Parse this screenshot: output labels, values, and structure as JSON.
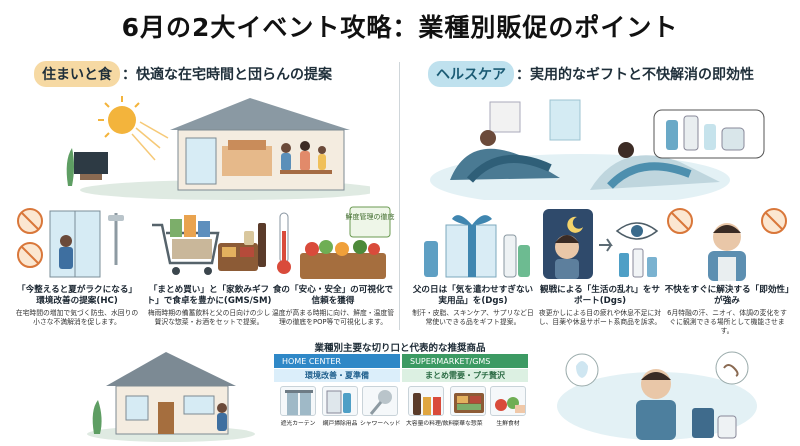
{
  "title": "6月の2大イベント攻略：業種別販促のポイント",
  "left_header": {
    "tag": "住まいと食",
    "text": "：快適な在宅時間と団らんの提案"
  },
  "right_header": {
    "tag": "ヘルスケア",
    "text": "：実用的なギフトと不快解消の即効性"
  },
  "cards": [
    {
      "head": "「今整えると夏がラクになる」環境改善の提案(HC)",
      "desc": "在宅時間の増加で気づく防虫、水回りの小さな不満解消を促します。"
    },
    {
      "head": "「まとめ買い」と「家飲みギフト」で食卓を豊かに(GMS/SM)",
      "desc": "梅雨時期の備蓄飲料と父の日向けの少し贅沢な惣菜・お酒をセットで提案。"
    },
    {
      "head": "食の「安心・安全」の可視化で信頼を獲得",
      "desc": "温度が高まる時期に向け、鮮度・温度管理の徹底をPOP等で可視化します。",
      "badge": "鮮度管理の徹底"
    },
    {
      "head": "父の日は「気を遣わせすぎない実用品」を(Dgs)",
      "desc": "制汗・皮脂、スキンケア、サプリなど日常使いできる品をギフト提案。"
    },
    {
      "head": "観戦による「生活の乱れ」をサポート(Dgs)",
      "desc": "夜更かしによる目の疲れや休息不足に対し、目薬や休息サポート系商品を訴求。"
    },
    {
      "head": "不快をすぐに解決する「即効性」が強み",
      "desc": "6月特融の汗、ニオイ、体調の変化をすぐに観測できる場所として機能させます。"
    }
  ],
  "bottom": {
    "title": "業種別主要な切り口と代表的な推奨商品",
    "home_center": {
      "label": "HOME CENTER",
      "sub": "環境改善・夏準備",
      "products": [
        "遮光カーテン",
        "網戸掃除用品",
        "シャワーヘッド"
      ]
    },
    "supermarket": {
      "label": "SUPERMARKET/GMS",
      "sub": "まとめ需要・プチ贅沢",
      "products": [
        "大容量の料理/飲料",
        "豪華な惣菜",
        "生鮮食材"
      ]
    }
  },
  "colors": {
    "home_center": "#2f88c7",
    "supermarket": "#3c9a63",
    "left_tag": "#f6d9a3",
    "right_tag": "#bfe1ee"
  }
}
